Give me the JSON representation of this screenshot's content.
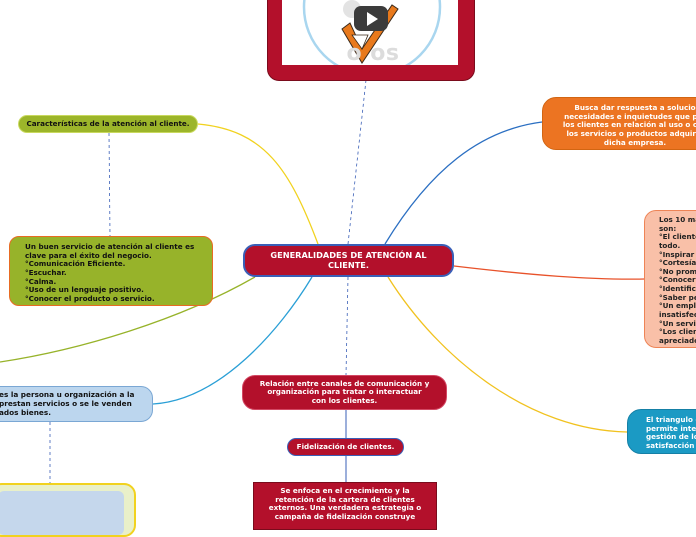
{
  "central": {
    "label": "GENERALIDADES DE ATENCIÓN AL CLIENTE."
  },
  "video": {
    "logo_text": "o  os",
    "icon": "play-icon"
  },
  "topics": {
    "caracteristicas": "Características de la atención al cliente.",
    "buen_servicio": "Un buen servicio de atención al cliente es clave para el éxito del negocio.\n°Comunicación Eficiente.\n°Escuchar.\n°Calma.\n°Uso de un lenguaje positivo.\n°Conocer el producto o servicio.",
    "definicion": "es la persona u organización a la\nprestan servicios o se le venden\nados bienes.",
    "busca": "Busca dar respuesta a solucio\nnecesidades e inquietudes que pre\nlos clientes en relación al uso o con\nlos servicios o productos adquirid\ndicha empresa.",
    "mandamientos": "Los 10 ma\nson:\n°El cliente\ntodo.\n°Inspirar\n°Cortesía\n°No prom\n°Conocer\n°Identific\n°Saber pe\n°Un empl\ninsatisfec\n°Un servi\n°Los clien\napreciado",
    "triangulo": "El triangulo d\npermite integ\ngestión de lo\nsatisfacción",
    "relacion": "Relación entre canales de comunicación y organización para tratar o interactuar con los clientes.",
    "fidelizacion": "Fidelización de clientes.",
    "enfoca": "Se enfoca en el crecimiento y la retención de la cartera de clientes externos. Una verdadera estrategia o campaña de fidelización construye"
  },
  "colors": {
    "central": "#b3102b",
    "green": "#97b32a",
    "orange": "#ec7422",
    "salmon": "#f9c0a8",
    "teal": "#1b9ac4",
    "light_blue": "#bcd6ee",
    "yellow_line": "#f1d21f",
    "blue_line": "#2a7fd1"
  }
}
